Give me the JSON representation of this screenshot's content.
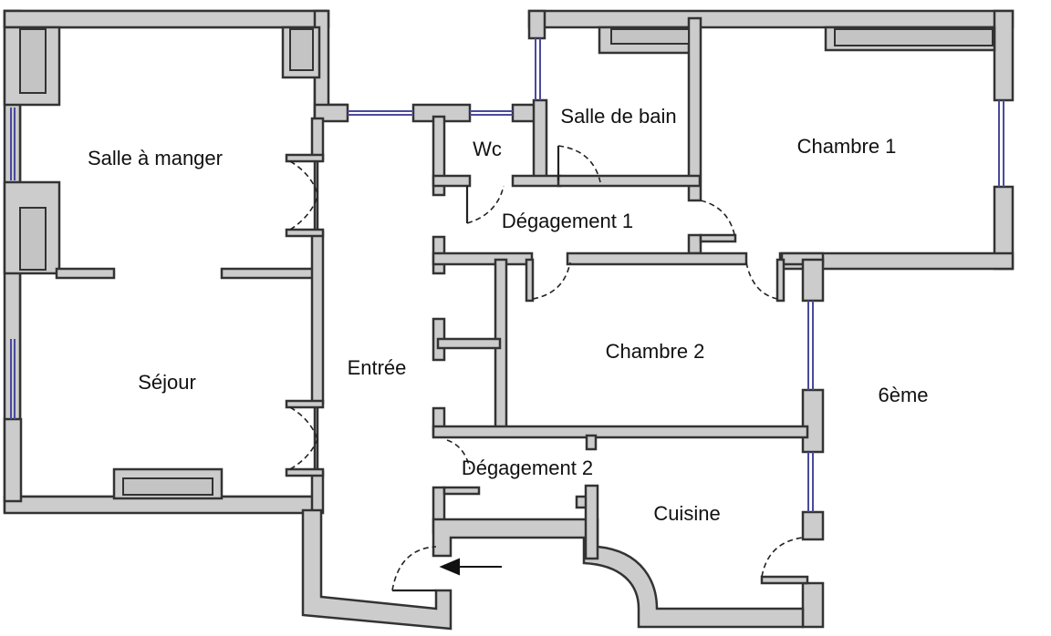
{
  "rooms": {
    "salle_a_manger": "Salle à manger",
    "sejour": "Séjour",
    "entree": "Entrée",
    "wc": "Wc",
    "salle_de_bain": "Salle de bain",
    "chambre_1": "Chambre 1",
    "degagement_1": "Dégagement 1",
    "chambre_2": "Chambre 2",
    "sixieme": "6ème",
    "degagement_2": "Dégagement 2",
    "cuisine": "Cuisine"
  },
  "colors": {
    "wall": "#cccccc",
    "outline": "#333333",
    "window": "#4a4a9c"
  }
}
